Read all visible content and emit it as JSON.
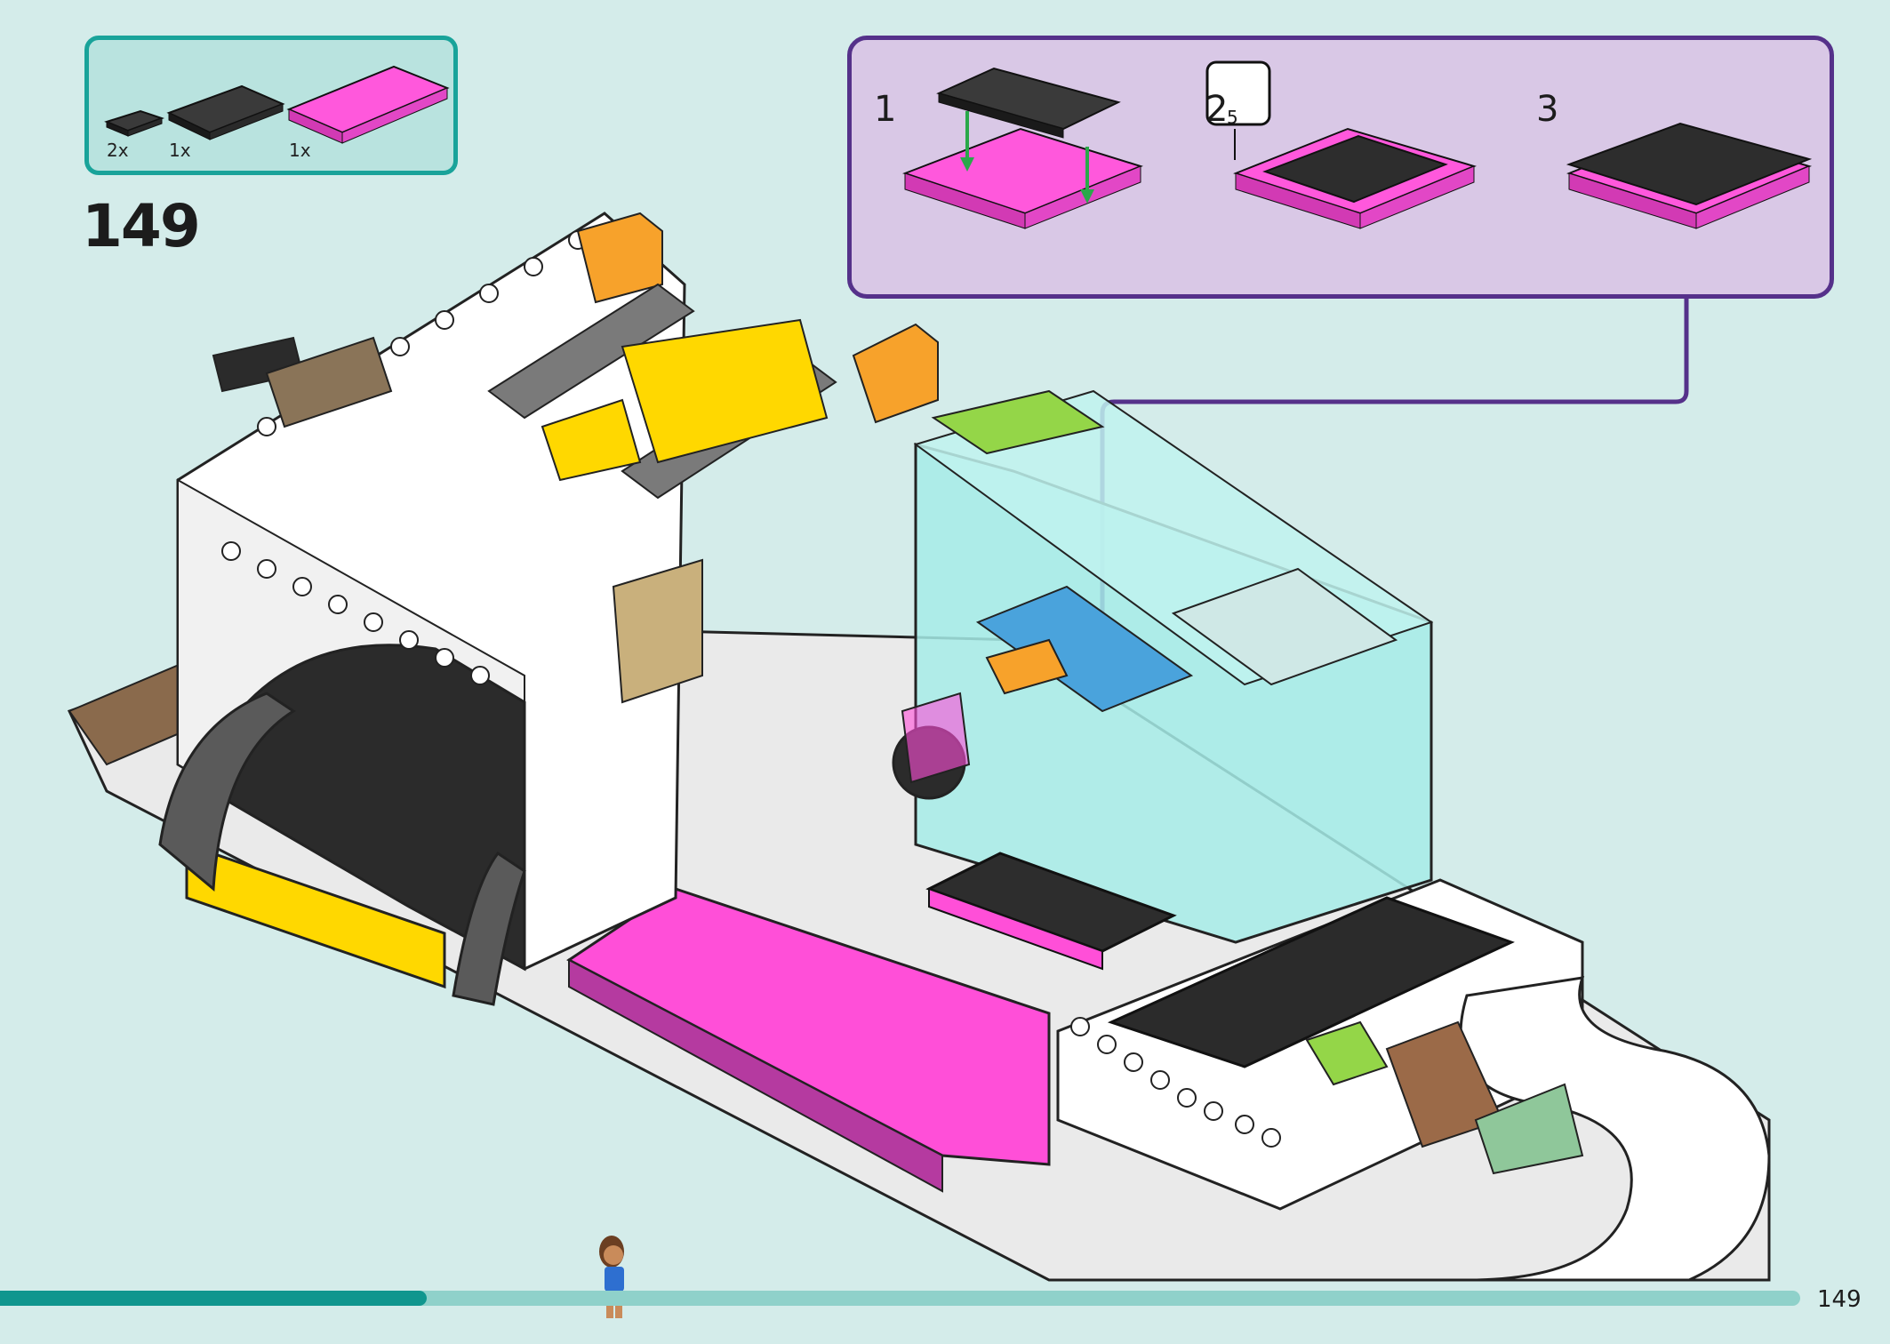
{
  "step": {
    "number": "149"
  },
  "parts": [
    {
      "quantity": "2x",
      "part": "black-tile-1x2",
      "color": "#2b2b2b"
    },
    {
      "quantity": "1x",
      "part": "black-tile-2x4",
      "color": "#2b2b2b"
    },
    {
      "quantity": "1x",
      "part": "magenta-plate-2x6",
      "color": "#ff4fd8"
    }
  ],
  "sub_steps": [
    {
      "number": "1"
    },
    {
      "number": "2",
      "callout": "5"
    },
    {
      "number": "3"
    }
  ],
  "page": {
    "number": "149",
    "progress": 0.237
  },
  "colors": {
    "background": "#d4ecea",
    "parts_box_border": "#19a39a",
    "sub_box_border": "#55318a",
    "progress_fill": "#10968e",
    "progress_track": "#8fd1ca",
    "magenta": "#ff4fd8",
    "white_brick": "#ffffff",
    "trans_cyan": "#a6ece8"
  }
}
